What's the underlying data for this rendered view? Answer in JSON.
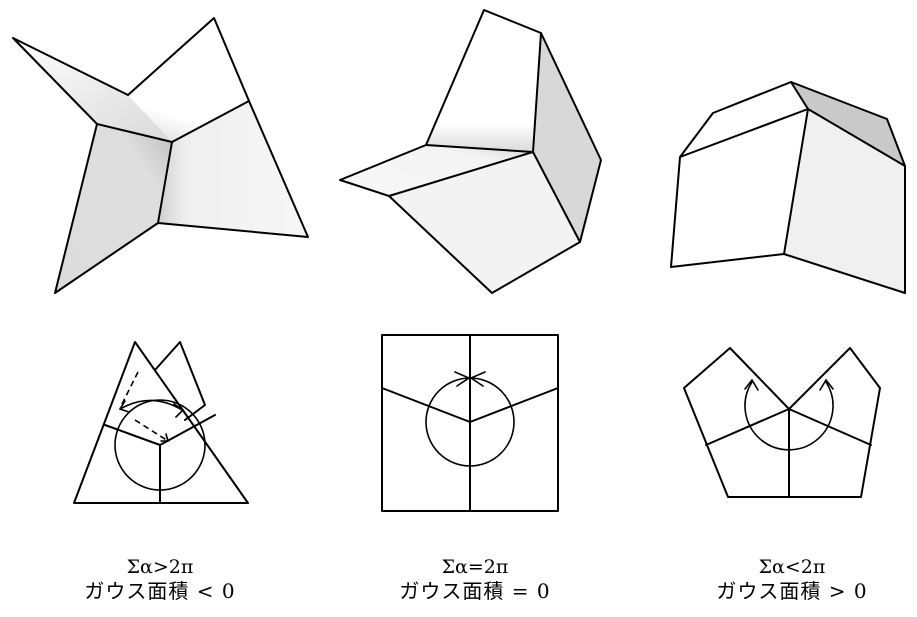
{
  "panels": [
    {
      "formula": "Σα>2π",
      "caption": "ガウス面積 < 0"
    },
    {
      "formula": "Σα=2π",
      "caption": "ガウス面積 = 0"
    },
    {
      "formula": "Σα<2π",
      "caption": "ガウス面積 > 0"
    }
  ],
  "colors": {
    "face_white": "#ffffff",
    "face_light": "#eeeeee",
    "face_mid": "#d6d6d6",
    "face_dark": "#c4c4c4",
    "line": "#000000"
  }
}
